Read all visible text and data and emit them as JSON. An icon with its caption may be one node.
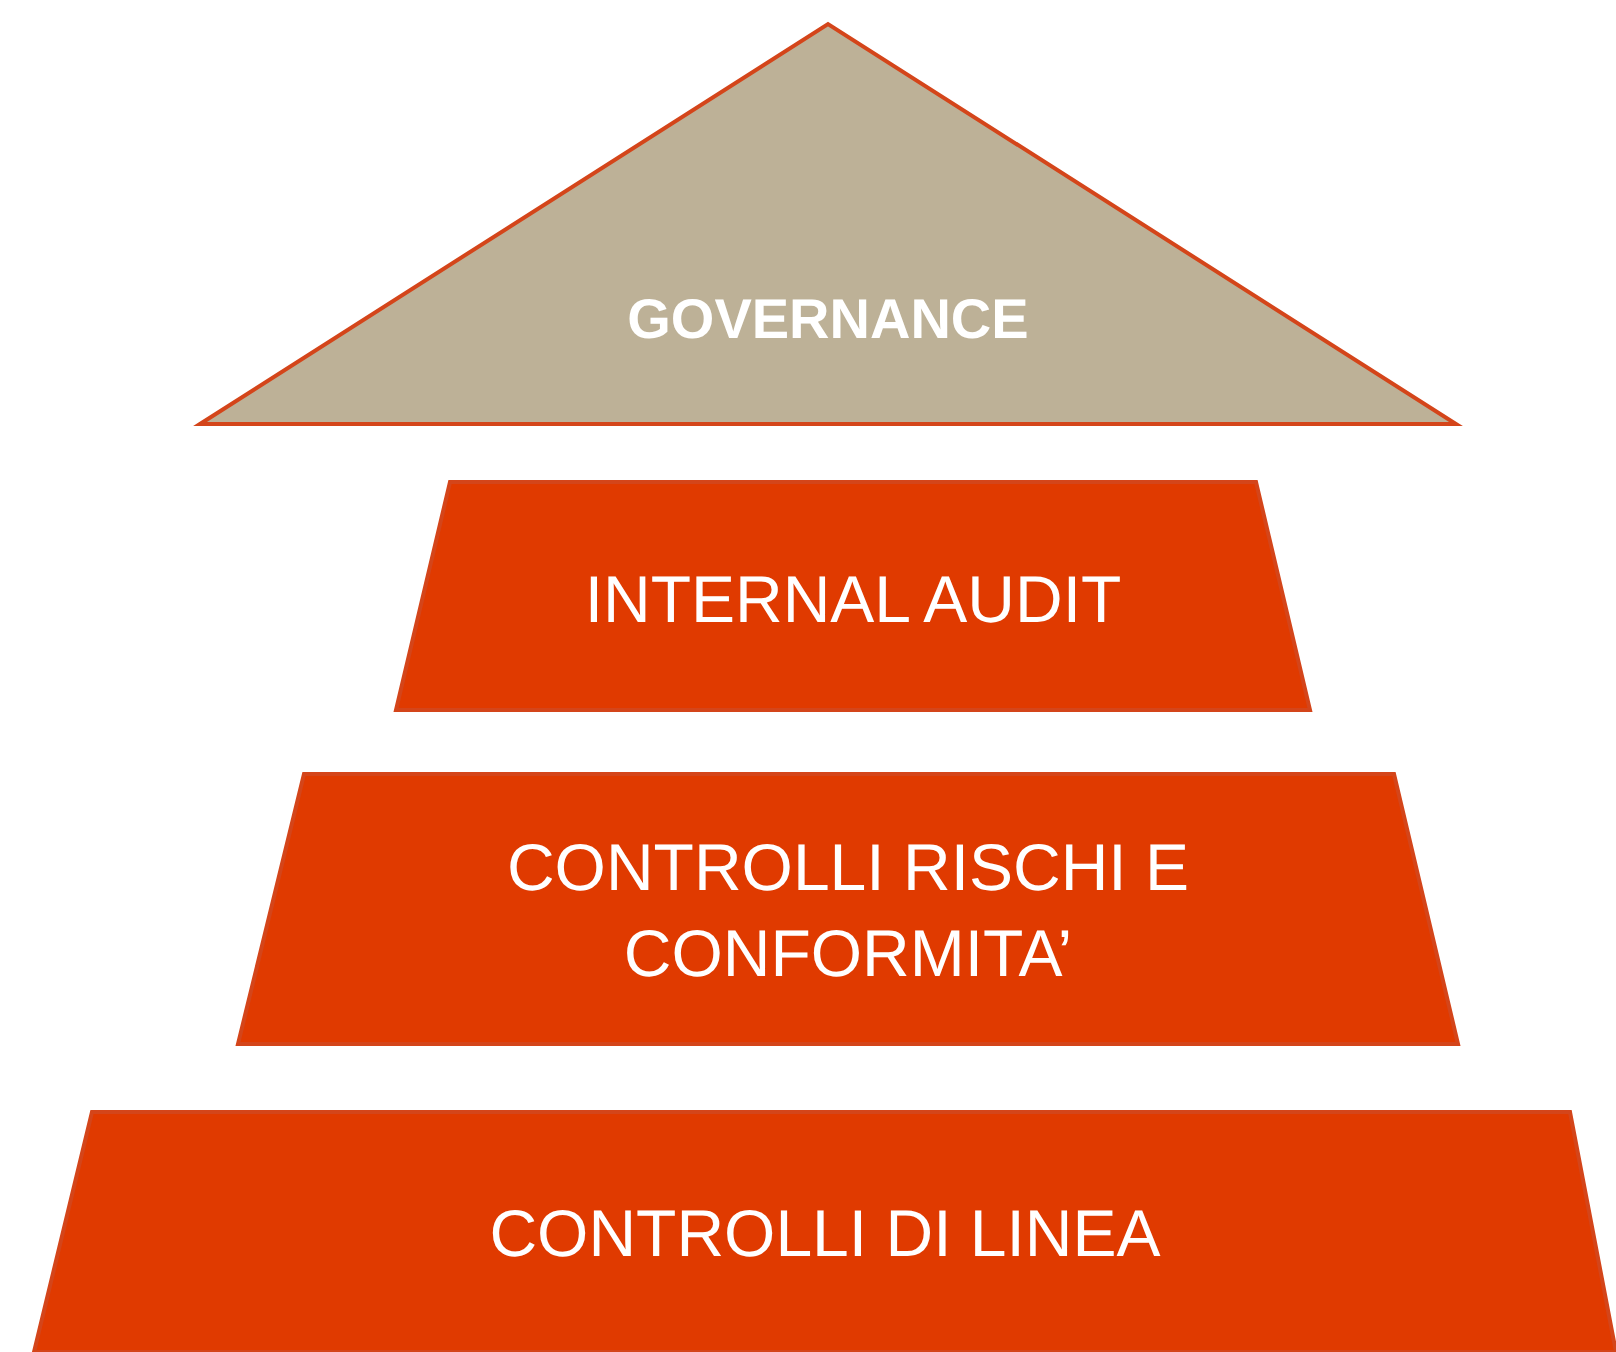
{
  "diagram": {
    "nodes": [
      {
        "text": [
          "GOVERNANCE"
        ]
      },
      {
        "text": [
          "INTERNAL AUDIT"
        ]
      },
      {
        "text": [
          "CONTROLLI RISCHI E CONFORMITA’"
        ]
      },
      {
        "text": [
          "CONTROLLI DI LINEA"
        ]
      }
    ]
  }
}
